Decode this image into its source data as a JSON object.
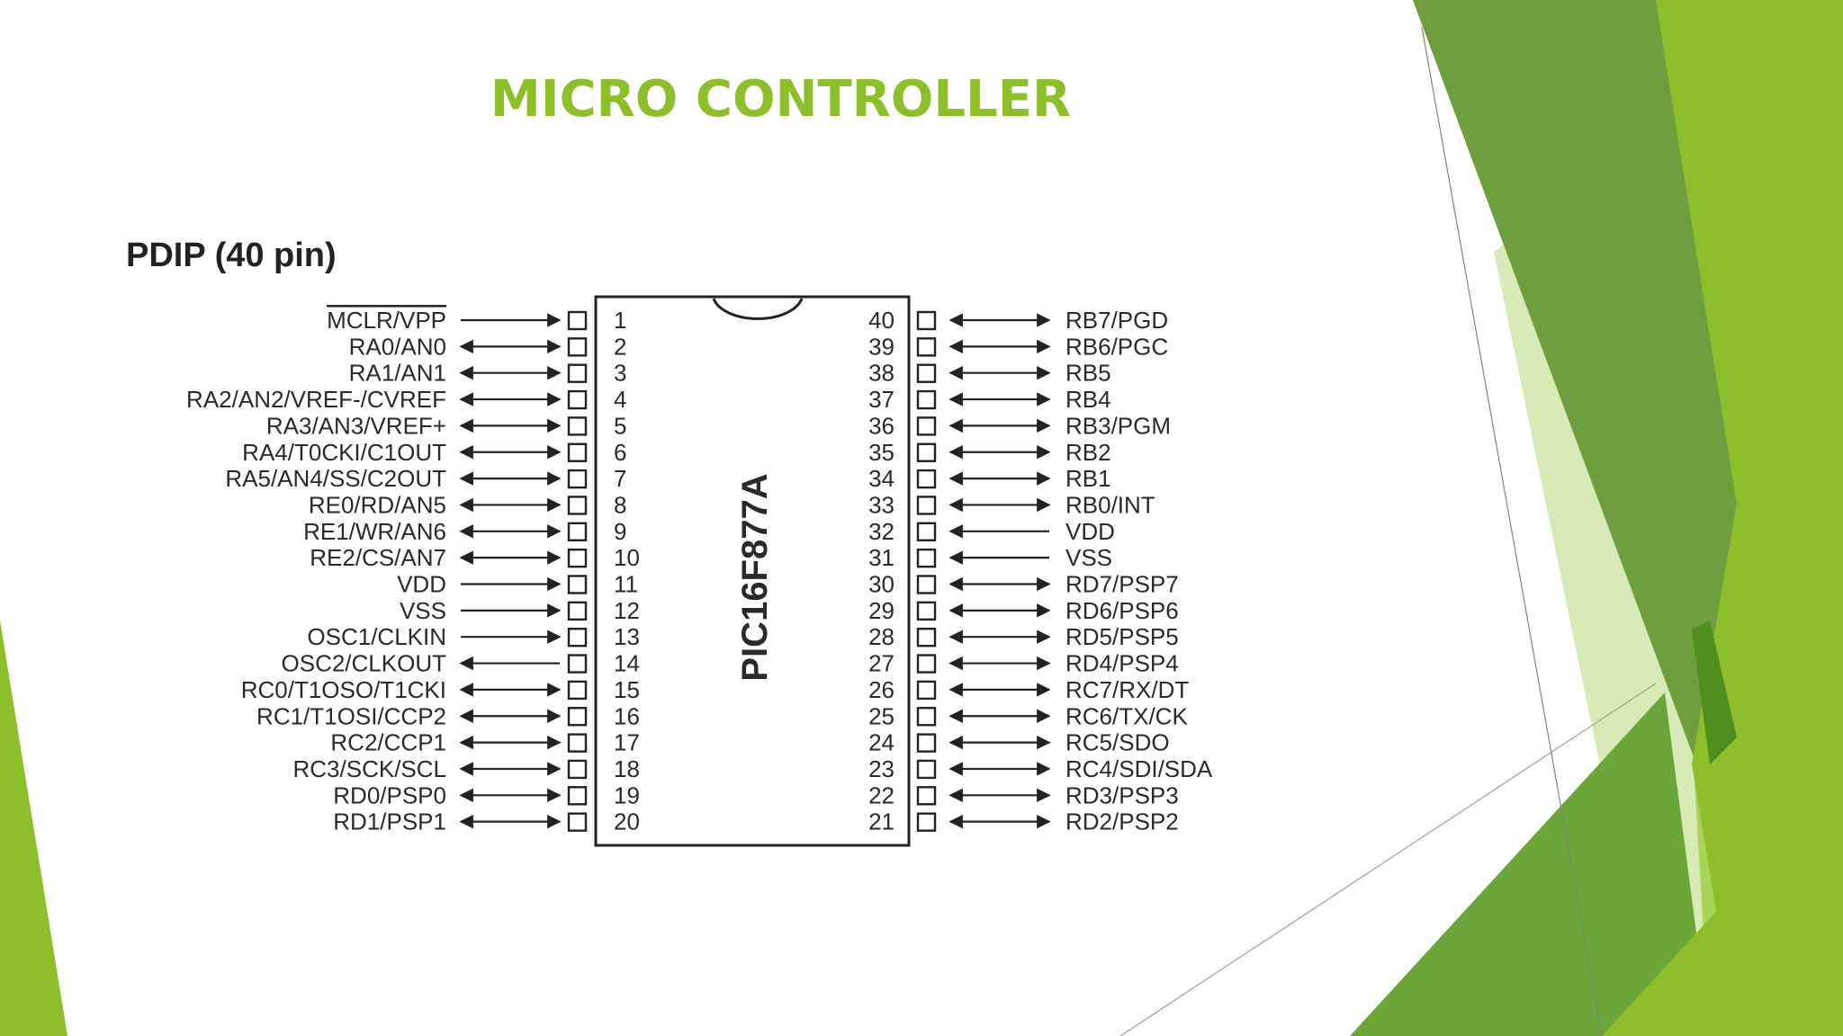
{
  "slide": {
    "title": "MICRO CONTROLLER",
    "accent_colors": [
      "#8cbf2a",
      "#6e9e3e",
      "#4f8f1f",
      "#a9d45a",
      "#d8ebb6"
    ]
  },
  "diagram": {
    "package_title": "PDIP (40 pin)",
    "chip_name": "PIC16F877A",
    "left_pins": [
      {
        "num": "1",
        "name": "MCLR/VPP",
        "dir": "in"
      },
      {
        "num": "2",
        "name": "RA0/AN0",
        "dir": "bi"
      },
      {
        "num": "3",
        "name": "RA1/AN1",
        "dir": "bi"
      },
      {
        "num": "4",
        "name": "RA2/AN2/VREF-/CVREF",
        "dir": "bi"
      },
      {
        "num": "5",
        "name": "RA3/AN3/VREF+",
        "dir": "bi"
      },
      {
        "num": "6",
        "name": "RA4/T0CKI/C1OUT",
        "dir": "bi"
      },
      {
        "num": "7",
        "name": "RA5/AN4/SS/C2OUT",
        "dir": "bi"
      },
      {
        "num": "8",
        "name": "RE0/RD/AN5",
        "dir": "bi"
      },
      {
        "num": "9",
        "name": "RE1/WR/AN6",
        "dir": "bi"
      },
      {
        "num": "10",
        "name": "RE2/CS/AN7",
        "dir": "bi"
      },
      {
        "num": "11",
        "name": "VDD",
        "dir": "in"
      },
      {
        "num": "12",
        "name": "VSS",
        "dir": "in"
      },
      {
        "num": "13",
        "name": "OSC1/CLKIN",
        "dir": "in"
      },
      {
        "num": "14",
        "name": "OSC2/CLKOUT",
        "dir": "out"
      },
      {
        "num": "15",
        "name": "RC0/T1OSO/T1CKI",
        "dir": "bi"
      },
      {
        "num": "16",
        "name": "RC1/T1OSI/CCP2",
        "dir": "bi"
      },
      {
        "num": "17",
        "name": "RC2/CCP1",
        "dir": "bi"
      },
      {
        "num": "18",
        "name": "RC3/SCK/SCL",
        "dir": "bi"
      },
      {
        "num": "19",
        "name": "RD0/PSP0",
        "dir": "bi"
      },
      {
        "num": "20",
        "name": "RD1/PSP1",
        "dir": "bi"
      }
    ],
    "right_pins": [
      {
        "num": "40",
        "name": "RB7/PGD",
        "dir": "bi"
      },
      {
        "num": "39",
        "name": "RB6/PGC",
        "dir": "bi"
      },
      {
        "num": "38",
        "name": "RB5",
        "dir": "bi"
      },
      {
        "num": "37",
        "name": "RB4",
        "dir": "bi"
      },
      {
        "num": "36",
        "name": "RB3/PGM",
        "dir": "bi"
      },
      {
        "num": "35",
        "name": "RB2",
        "dir": "bi"
      },
      {
        "num": "34",
        "name": "RB1",
        "dir": "bi"
      },
      {
        "num": "33",
        "name": "RB0/INT",
        "dir": "bi"
      },
      {
        "num": "32",
        "name": "VDD",
        "dir": "in"
      },
      {
        "num": "31",
        "name": "VSS",
        "dir": "in"
      },
      {
        "num": "30",
        "name": "RD7/PSP7",
        "dir": "bi"
      },
      {
        "num": "29",
        "name": "RD6/PSP6",
        "dir": "bi"
      },
      {
        "num": "28",
        "name": "RD5/PSP5",
        "dir": "bi"
      },
      {
        "num": "27",
        "name": "RD4/PSP4",
        "dir": "bi"
      },
      {
        "num": "26",
        "name": "RC7/RX/DT",
        "dir": "bi"
      },
      {
        "num": "25",
        "name": "RC6/TX/CK",
        "dir": "bi"
      },
      {
        "num": "24",
        "name": "RC5/SDO",
        "dir": "bi"
      },
      {
        "num": "23",
        "name": "RC4/SDI/SDA",
        "dir": "bi"
      },
      {
        "num": "22",
        "name": "RD3/PSP3",
        "dir": "bi"
      },
      {
        "num": "21",
        "name": "RD2/PSP2",
        "dir": "bi"
      }
    ]
  }
}
